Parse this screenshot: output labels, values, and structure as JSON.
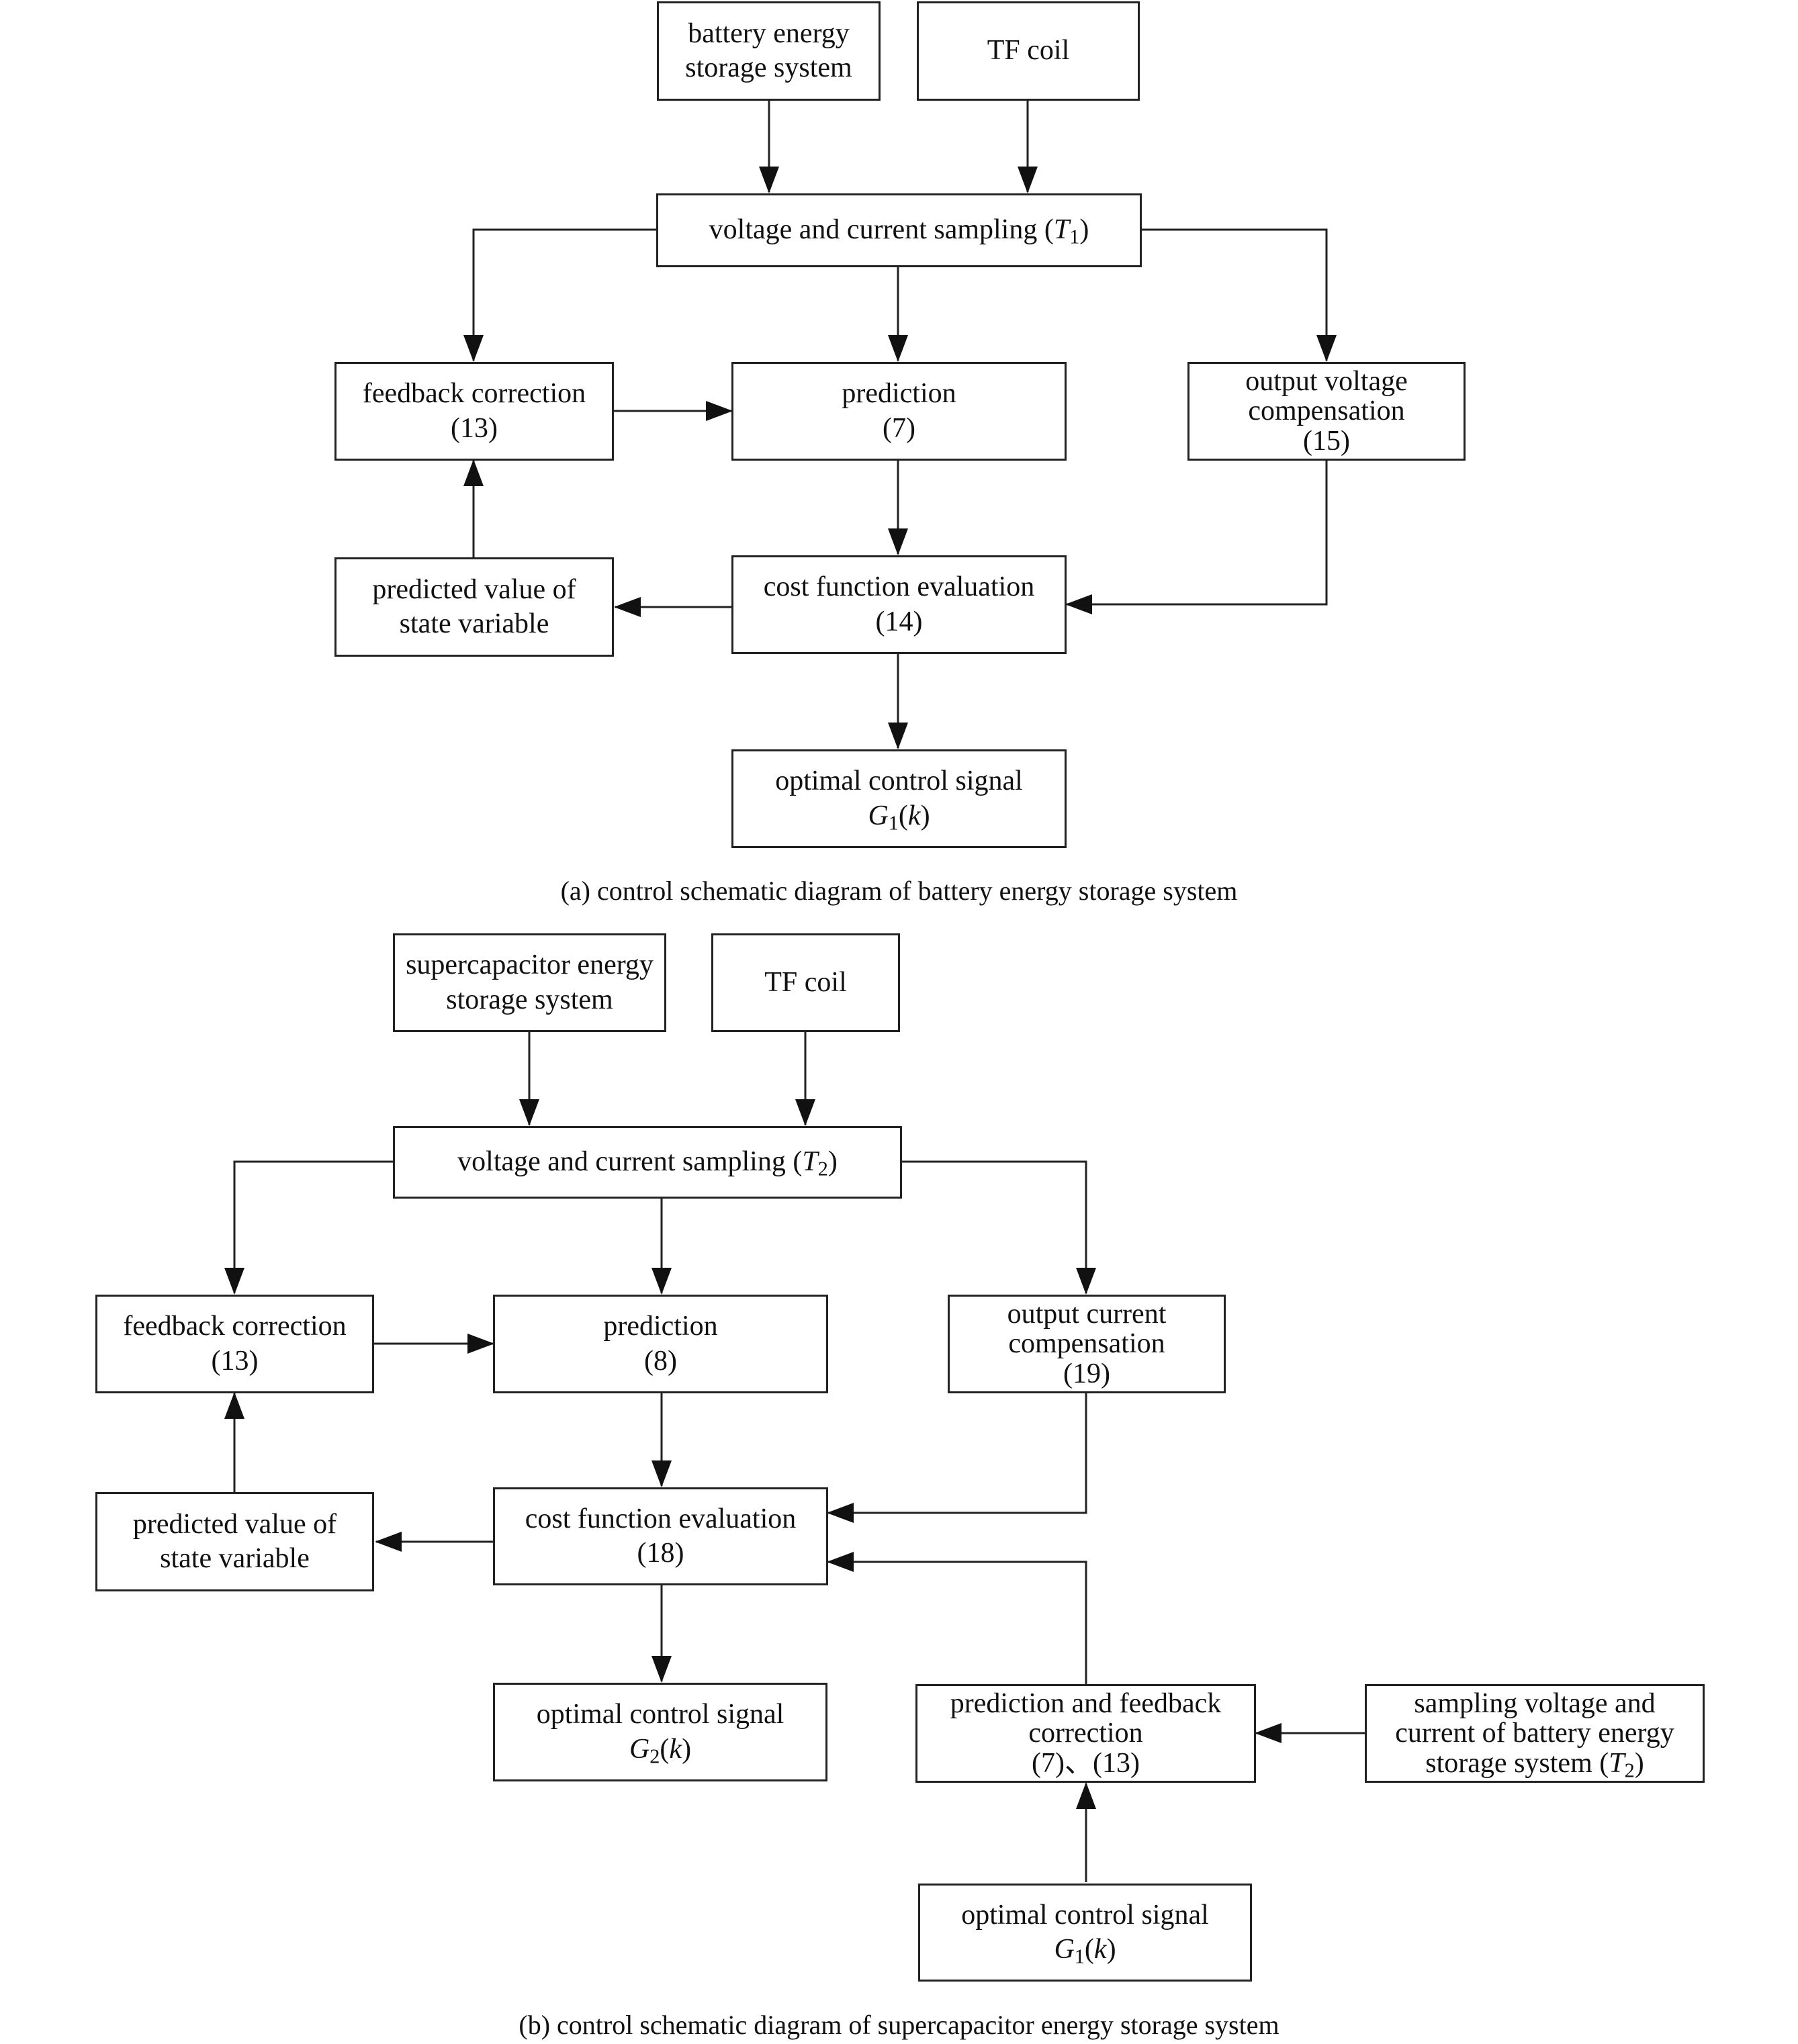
{
  "diagram_a": {
    "caption": "(a) control schematic diagram of battery energy storage system",
    "battery_source": {
      "line1": "battery energy",
      "line2": "storage system"
    },
    "tf_coil": "TF coil",
    "sampling": {
      "text": "voltage and current sampling (",
      "var": "T",
      "sub": "1",
      "close": ")"
    },
    "feedback": {
      "line1": "feedback correction",
      "line2": "(13)"
    },
    "prediction": {
      "line1": "prediction",
      "line2": "(7)"
    },
    "compensation": {
      "line1": "output voltage",
      "line2": "compensation",
      "line3": "(15)"
    },
    "predicted_value": {
      "line1": "predicted value of",
      "line2": "state variable"
    },
    "cost": {
      "line1": "cost function evaluation",
      "line2": "(14)"
    },
    "optimal": {
      "line1": "optimal control signal",
      "var": "G",
      "sub": "1",
      "arg": "k"
    }
  },
  "diagram_b": {
    "caption": "(b) control schematic diagram of supercapacitor energy storage system",
    "supercap_source": {
      "line1": "supercapacitor energy",
      "line2": "storage system"
    },
    "tf_coil": "TF coil",
    "sampling": {
      "text": "voltage and current sampling (",
      "var": "T",
      "sub": "2",
      "close": ")"
    },
    "feedback": {
      "line1": "feedback correction",
      "line2": "(13)"
    },
    "prediction": {
      "line1": "prediction",
      "line2": "(8)"
    },
    "compensation": {
      "line1": "output current",
      "line2": "compensation",
      "line3": "(19)"
    },
    "predicted_value": {
      "line1": "predicted value of",
      "line2": "state variable"
    },
    "cost": {
      "line1": "cost function evaluation",
      "line2": "(18)"
    },
    "optimal": {
      "line1": "optimal control signal",
      "var": "G",
      "sub": "2",
      "arg": "k"
    },
    "pred_feedback": {
      "line1": "prediction and feedback",
      "line2": "correction",
      "line3": "(7)、(13)"
    },
    "battery_sampling": {
      "line1": "sampling voltage and",
      "line2": "current of battery energy",
      "line3": "storage system (",
      "var": "T",
      "sub": "2",
      "close": ")"
    },
    "optimal_g1": {
      "line1": "optimal control signal",
      "var": "G",
      "sub": "1",
      "arg": "k"
    }
  }
}
